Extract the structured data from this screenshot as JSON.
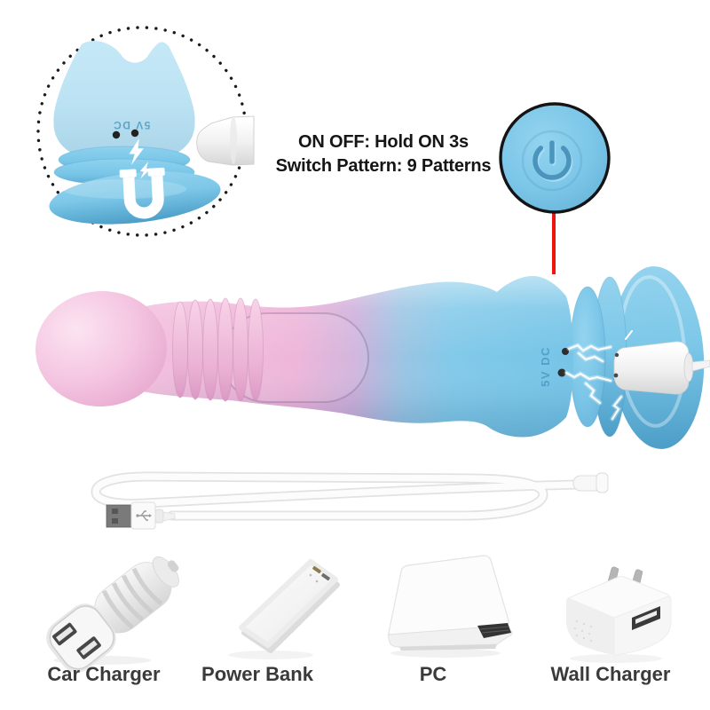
{
  "instructions": {
    "line1": "ON OFF: Hold ON 3s",
    "line2": "Switch Pattern: 9 Patterns"
  },
  "port_inset": {
    "port_label": "5V DC"
  },
  "device": {
    "port_label": "5V DC"
  },
  "charging_options": [
    {
      "label": "Car Charger"
    },
    {
      "label": "Power Bank"
    },
    {
      "label": "PC"
    },
    {
      "label": "Wall Charger"
    }
  ],
  "icons": {
    "power_button": "power-symbol",
    "magnet": "horseshoe-magnet",
    "spark": "lightning-bolt",
    "usb_plug": "usb-a-connector"
  },
  "colors": {
    "device_blue": "#79c6e8",
    "device_blue_dark": "#4e9fc9",
    "device_pink": "#f0b6d9",
    "pointer_red": "#ee1511",
    "instruction_text": "#151515",
    "label_text": "#3a3a3a"
  }
}
